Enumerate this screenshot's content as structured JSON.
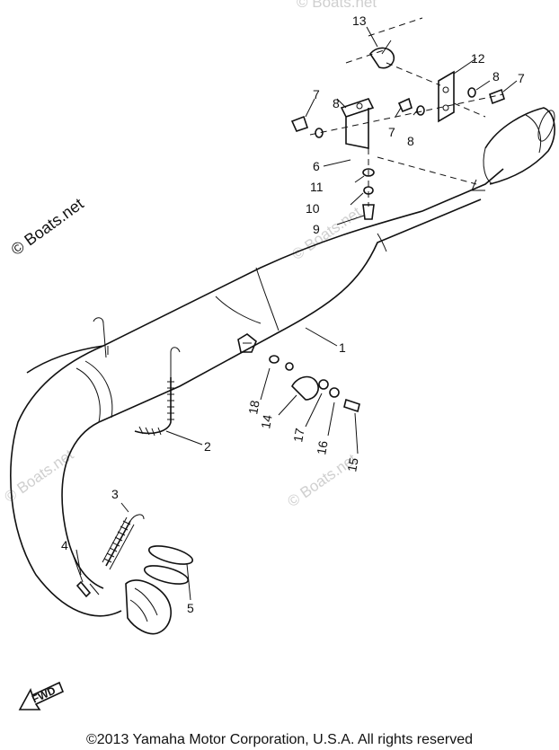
{
  "watermarks": {
    "side": "© Boats.net",
    "faint": "© Boats.net"
  },
  "fwd_label": "FWD",
  "copyright": "©2013 Yamaha Motor Corporation, U.S.A. All rights reserved",
  "part_numbers": {
    "p1": "1",
    "p2": "2",
    "p3": "3",
    "p4": "4",
    "p5": "5",
    "p6": "6",
    "p7a": "7",
    "p7b": "7",
    "p7c": "7",
    "p8a": "8",
    "p8b": "8",
    "p8c": "8",
    "p9": "9",
    "p10": "10",
    "p11": "11",
    "p12": "12",
    "p13": "13",
    "p14": "14",
    "p15": "15",
    "p16": "16",
    "p17": "17",
    "p18": "18"
  }
}
